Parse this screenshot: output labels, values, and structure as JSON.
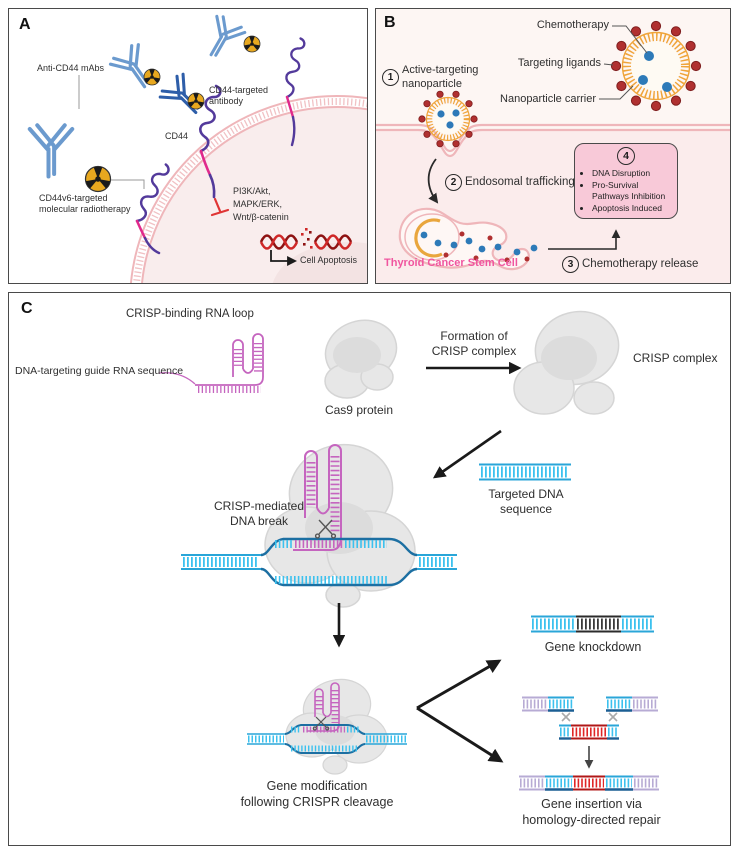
{
  "colors": {
    "panel_border": "#4a4a4a",
    "ab_blue": "#6b9ace",
    "ab_dark": "#2e5ea9",
    "rad_yellow": "#e8a81f",
    "receptor": "#533a9b",
    "stalk": "#e02a8c",
    "membrane": "#efb6ba",
    "cell_fill": "#f9eded",
    "nucleus": "#f3e3e3",
    "inhibit": "#e03535",
    "dna_dark_red": "#8e1212",
    "dna_red": "#cf2727",
    "b_bg": "#fdf6f3",
    "b_lower": "#fbecec",
    "ligand": "#b03030",
    "chemo": "#2d7ab8",
    "carrier": "#efa43a",
    "box4": "#f8c9d8",
    "thyroid": "#f0559f",
    "blob": "#e7e7e7",
    "blob_edge": "#d5d5d5",
    "blob_shade": "#dcdcdc",
    "rna": "#c565bf",
    "cyan": "#3cc1ee",
    "cyan_rail": "#2aa6d8",
    "cyan_dark": "#1c6fa2",
    "black_dna": "#2b2b2b",
    "lavender": "#b7abd4",
    "red_insert": "#e02525"
  },
  "panels": {
    "a": {
      "letter": "A",
      "labels": {
        "anti_mabs": "Anti-CD44 mAbs",
        "radiotherapy": "CD44v6-targeted molecular radiotherapy",
        "targeted_ab": "CD44-targeted antibody",
        "cd44": "CD44",
        "pathways": [
          "PI3K/Akt,",
          "MAPK/ERK,",
          "Wnt/β-catenin"
        ],
        "apoptosis": "Cell Apoptosis"
      }
    },
    "b": {
      "letter": "B",
      "legend": {
        "chemotherapy": "Chemotherapy",
        "ligands": "Targeting ligands",
        "carrier": "Nanoparticle carrier"
      },
      "steps": [
        {
          "num": "1",
          "label": "Active-targeting nanoparticle"
        },
        {
          "num": "2",
          "label": "Endosomal trafficking"
        },
        {
          "num": "3",
          "label": "Chemotherapy release"
        },
        {
          "num": "4",
          "label": ""
        }
      ],
      "effects": [
        "DNA Disruption",
        "Pro-Survival Pathways Inhibition",
        "Apoptosis Induced"
      ],
      "cell_label": "Thyroid Cancer Stem Cell"
    },
    "c": {
      "letter": "C",
      "labels": {
        "rna_loop": "CRISP-binding RNA loop",
        "guide": "DNA-targeting guide RNA sequence",
        "cas9": "Cas9 protein",
        "formation": [
          "Formation of",
          "CRISP complex"
        ],
        "complex": "CRISP complex",
        "targeted_dna": [
          "Targeted DNA",
          "sequence"
        ],
        "dna_break": [
          "CRISP-mediated",
          "DNA break"
        ],
        "knockdown": "Gene knockdown",
        "modification": [
          "Gene modification",
          "following CRISPR cleavage"
        ],
        "insertion": [
          "Gene insertion via",
          "homology-directed repair"
        ]
      }
    }
  }
}
